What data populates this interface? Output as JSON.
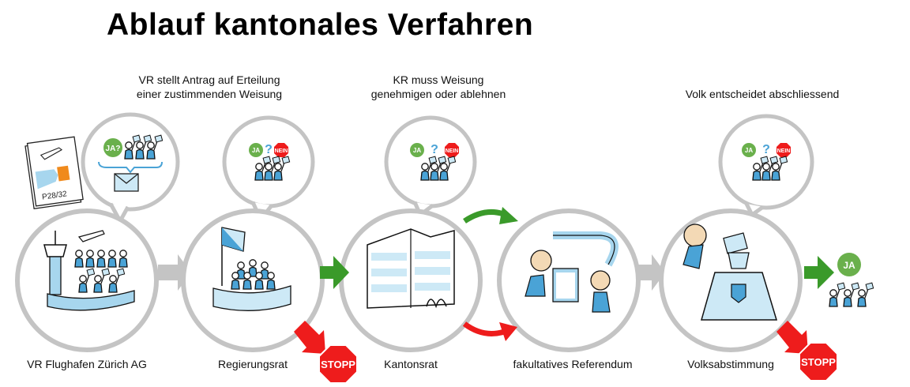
{
  "title": "Ablauf kantonales Verfahren",
  "captions": [
    {
      "lines": [
        "VR stellt Antrag auf Erteilung",
        "einer zustimmenden Weisung"
      ]
    },
    {
      "lines": [
        "KR muss Weisung",
        "genehmigen oder ablehnen"
      ]
    },
    {
      "lines": [
        "Volk entscheidet abschliessend"
      ]
    }
  ],
  "stages": [
    {
      "label": "VR Flughafen Zürich AG"
    },
    {
      "label": "Regierungsrat"
    },
    {
      "label": "Kantonsrat"
    },
    {
      "label": "fakultatives Referendum"
    },
    {
      "label": "Volksabstimmung"
    }
  ],
  "badges": {
    "stopp": "STOPP",
    "ja": "JA",
    "ja_question": "JA?",
    "nein": "NEIN",
    "question": "?",
    "document_page": "P28/32"
  },
  "colors": {
    "ring": "#c4c4c4",
    "green": "#3a9a2a",
    "green_badge": "#6ab04c",
    "red": "#ee1c1c",
    "blue": "#4aa3d6",
    "light_blue": "#cde9f6"
  }
}
